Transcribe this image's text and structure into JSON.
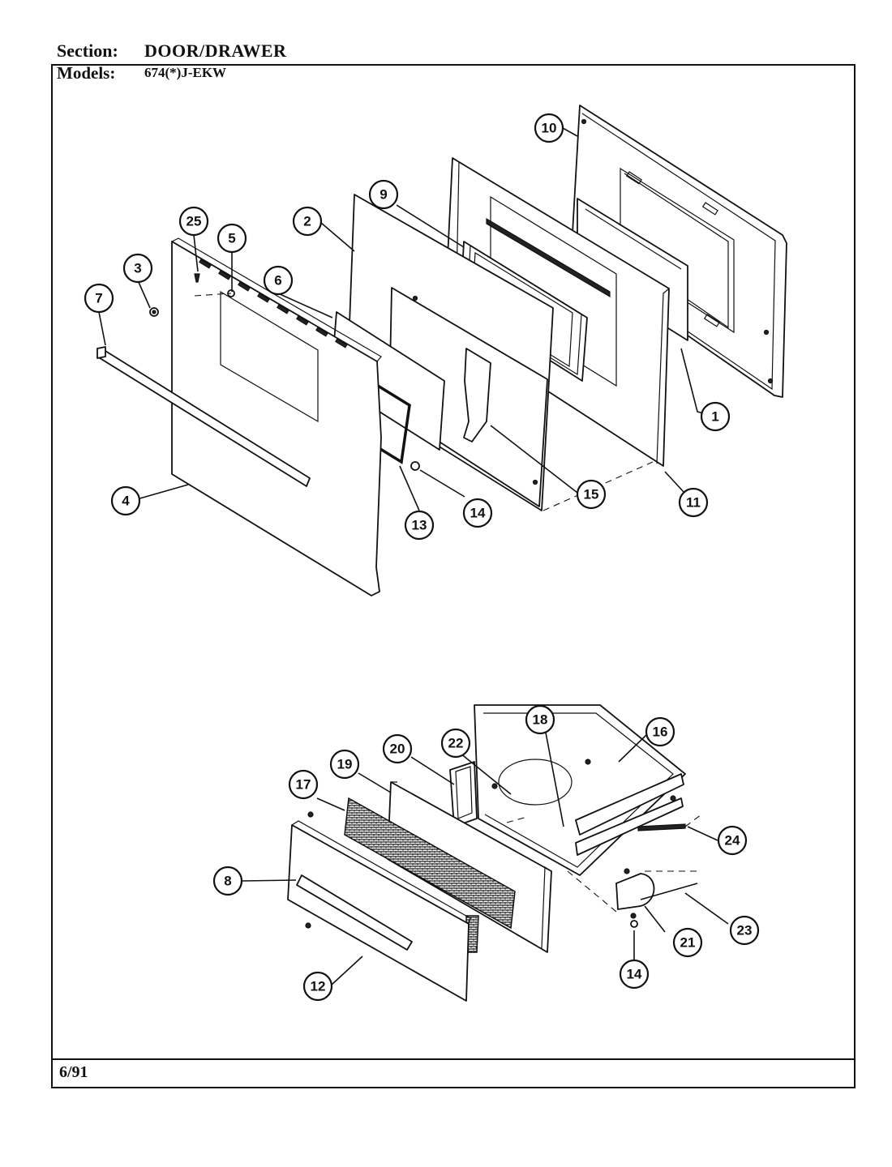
{
  "header": {
    "section_label": "Section:",
    "section_value": "DOOR/DRAWER",
    "models_label": "Models:",
    "models_value": "674(*)J-EKW"
  },
  "footer": {
    "date": "6/91"
  },
  "callouts": {
    "c1": "1",
    "c2": "2",
    "c3": "3",
    "c4": "4",
    "c5": "5",
    "c6": "6",
    "c7": "7",
    "c8": "8",
    "c9": "9",
    "c10": "10",
    "c11": "11",
    "c12": "12",
    "c13": "13",
    "c14a": "14",
    "c14b": "14",
    "c15": "15",
    "c16": "16",
    "c17": "17",
    "c18": "18",
    "c19": "19",
    "c20": "20",
    "c21": "21",
    "c22": "22",
    "c23": "23",
    "c24": "24",
    "c25": "25"
  }
}
